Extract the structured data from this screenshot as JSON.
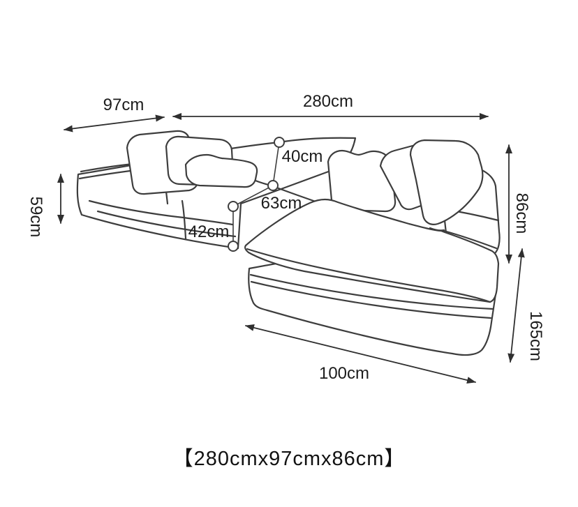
{
  "diagram": {
    "subject": "sectional-sofa-with-chaise",
    "caption": "【280cmx97cmx86cm】",
    "dimensions": {
      "depth": "97cm",
      "width": "280cm",
      "back_cushion_height": "40cm",
      "seat_depth": "63cm",
      "seat_height": "42cm",
      "arm_height": "59cm",
      "overall_height": "86cm",
      "chaise_length": "165cm",
      "chaise_width": "100cm"
    },
    "colors": {
      "background": "#ffffff",
      "sofa_line": "#3d3d3d",
      "dimension_line": "#2f2f2f",
      "text": "#1c1c1c"
    }
  }
}
